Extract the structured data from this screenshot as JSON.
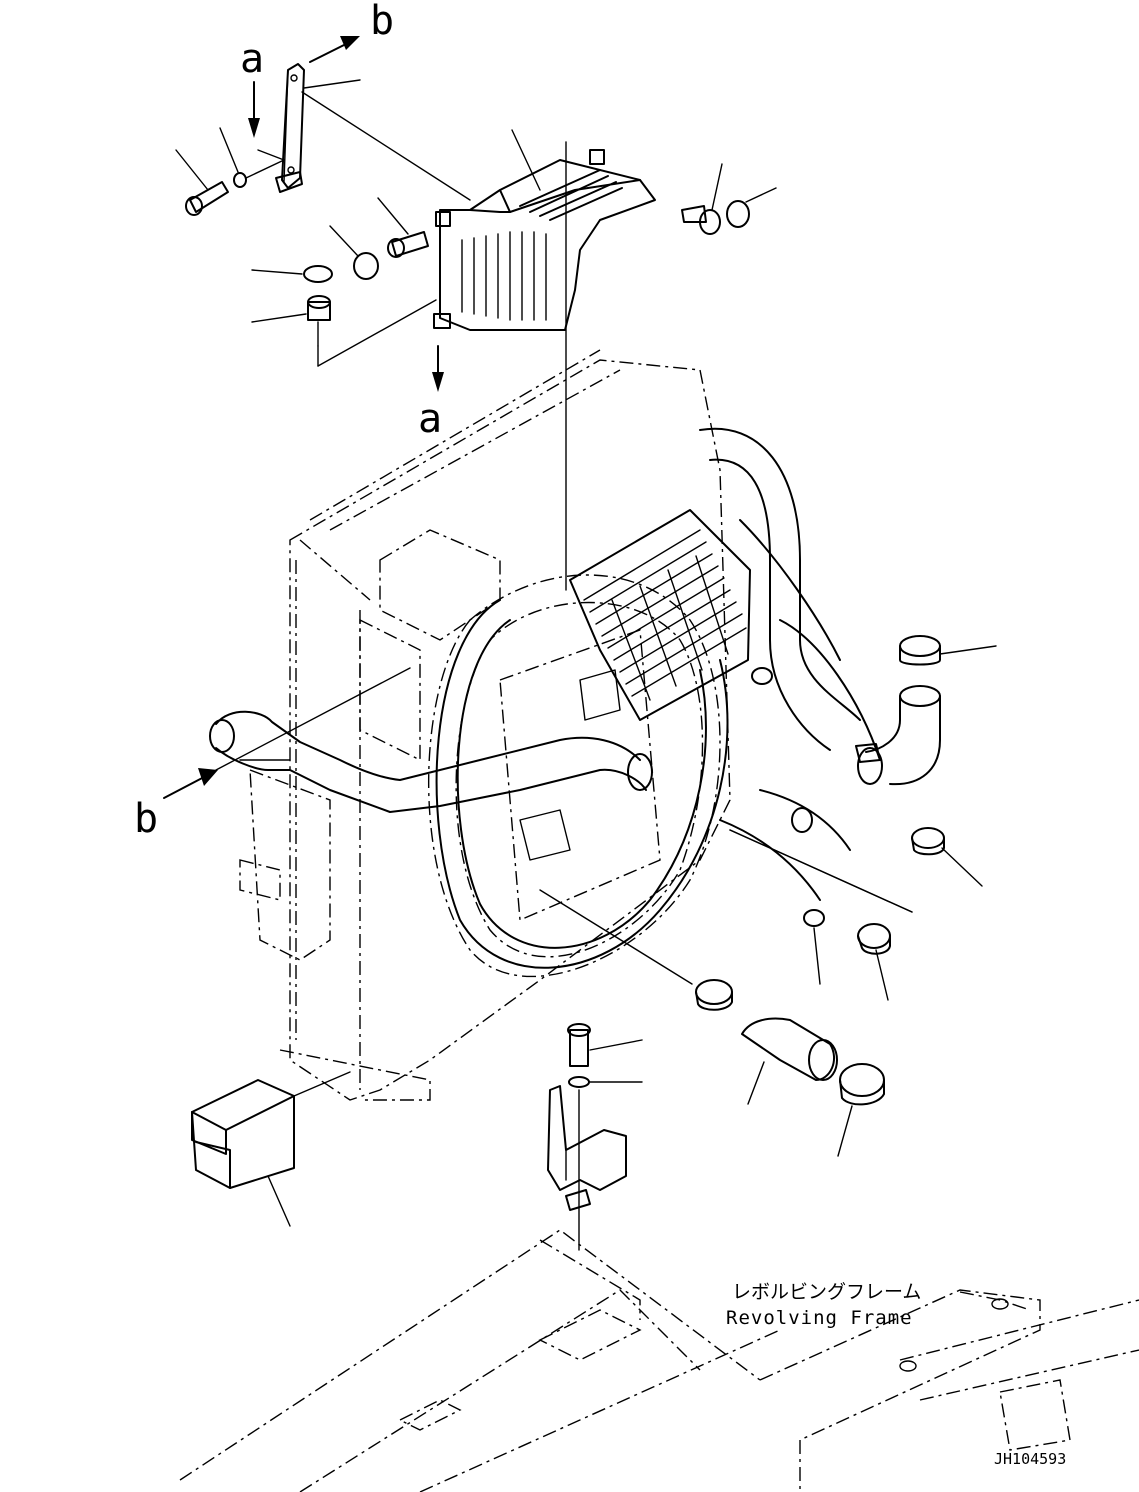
{
  "view_labels": {
    "a_top": "a",
    "b_top": "b",
    "a_mid": "a",
    "b_left": "b"
  },
  "caption": {
    "jp": "レボルビングフレーム",
    "en": "Revolving Frame"
  },
  "drawing_id": "JH104593"
}
